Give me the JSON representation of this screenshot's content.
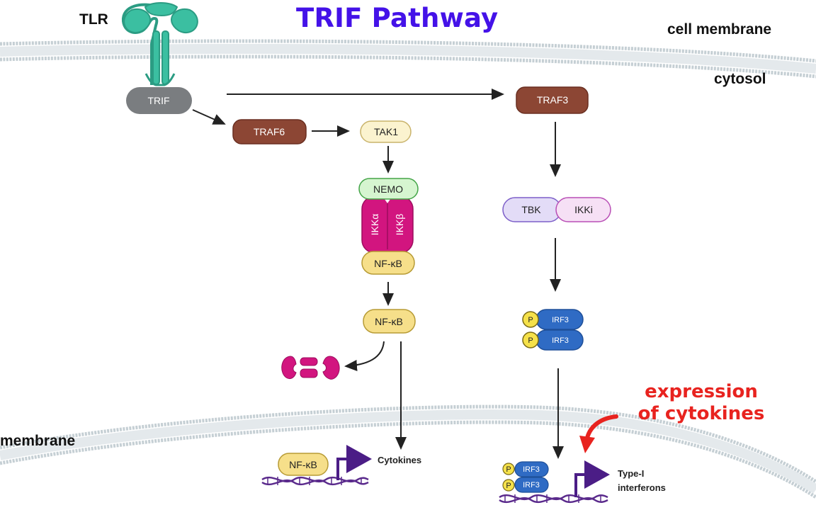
{
  "title": "TRIF Pathway",
  "labels": {
    "receptor": "TLR",
    "cell_membrane": "cell membrane",
    "cytosol": "cytosol",
    "nuclear_membrane": "membrane",
    "expression_note_line1": "expression",
    "expression_note_line2": "of cytokines"
  },
  "nodes": {
    "trif": "TRIF",
    "traf6": "TRAF6",
    "tak1": "TAK1",
    "nemo": "NEMO",
    "ikk_alpha": "IKKα",
    "ikk_beta": "IKKβ",
    "nfkb_complex": "NF-κB",
    "nfkb_free": "NF-κB",
    "nfkb_nucleus": "NF-κB",
    "traf3": "TRAF3",
    "tbk": "TBK",
    "ikki": "IKKi",
    "irf3_top": "IRF3",
    "irf3_bottom": "IRF3",
    "irf3_nuc_top": "IRF3",
    "irf3_nuc_bottom": "IRF3",
    "phospho": "P"
  },
  "outputs": {
    "cytokines": "Cytokines",
    "type1_line1": "Type-I",
    "type1_line2": "interferons"
  },
  "colors": {
    "title": "#4412e8",
    "note": "#e8231f",
    "receptor": "#3bbfa1",
    "trif": "#7a7d80",
    "traf": "#8c4634",
    "tak1": "#fbf3cf",
    "nemo": "#d6f5d0",
    "ikk": "#d2157f",
    "nfkb": "#f6df8a",
    "tbk": "#e3dcf7",
    "ikki": "#f6e0f5",
    "irf3": "#2f6bc4",
    "phospho": "#f5e14a",
    "dna": "#5a2a8c"
  }
}
